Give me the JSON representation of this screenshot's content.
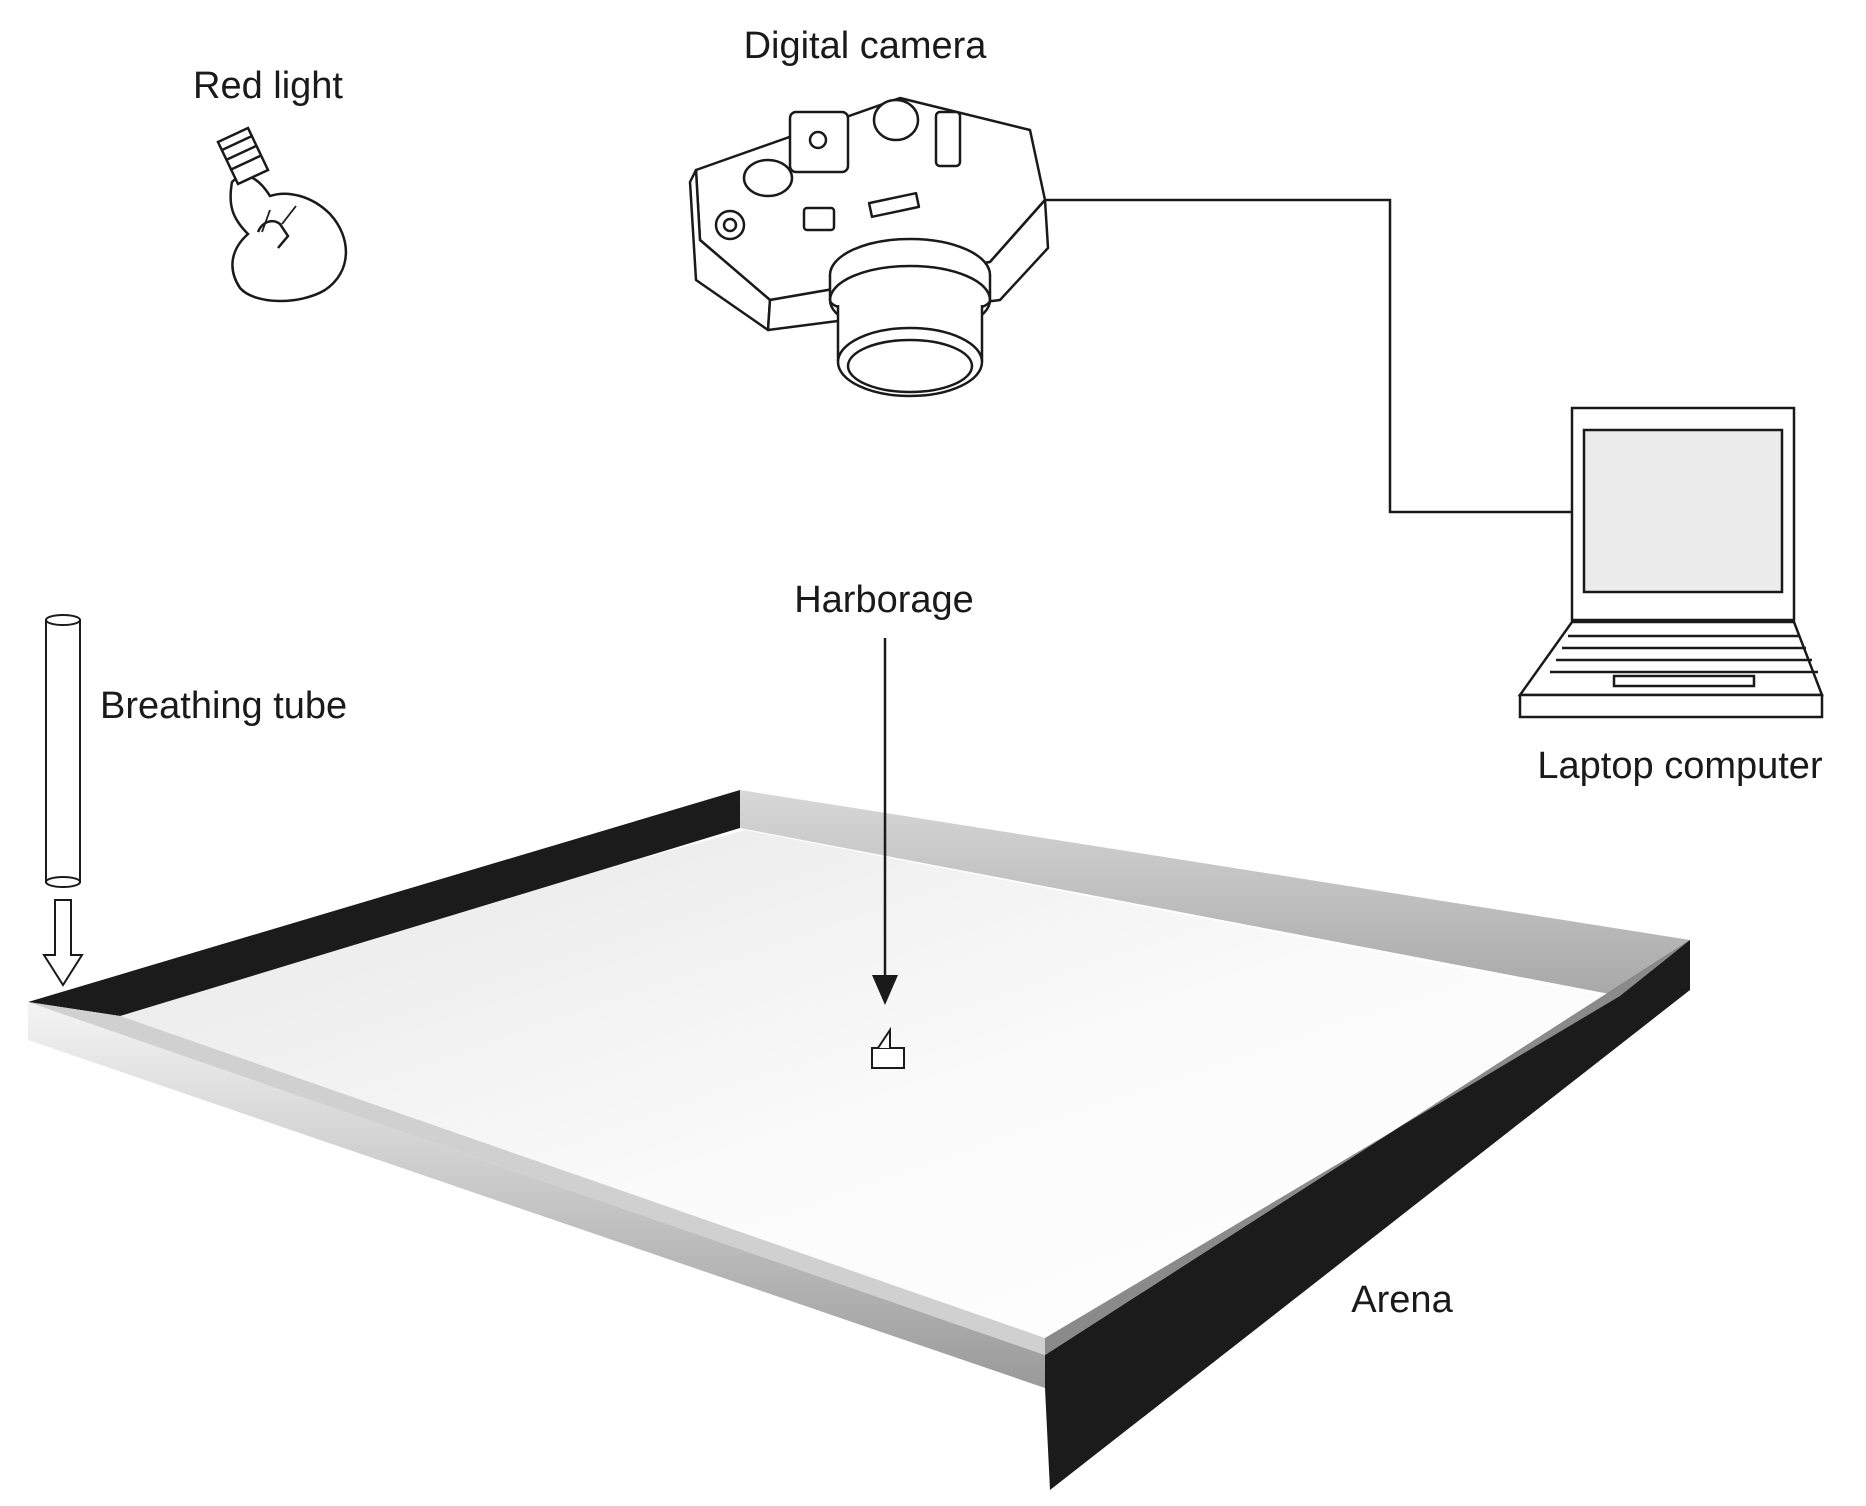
{
  "labels": {
    "red_light": "Red light",
    "digital_camera": "Digital camera",
    "laptop_computer": "Laptop computer",
    "harborage": "Harborage",
    "breathing_tube": "Breathing tube",
    "arena": "Arena"
  },
  "icons": {
    "bulb": "light-bulb-icon",
    "camera": "camera-icon",
    "laptop": "laptop-icon",
    "tube": "tube-icon",
    "harborage": "harborage-icon"
  },
  "colors": {
    "ink": "#1a1a1a",
    "wall_dark": "#1b1b1b",
    "wall_light": "#bdbdbd",
    "floor": "#f2f2f2"
  }
}
